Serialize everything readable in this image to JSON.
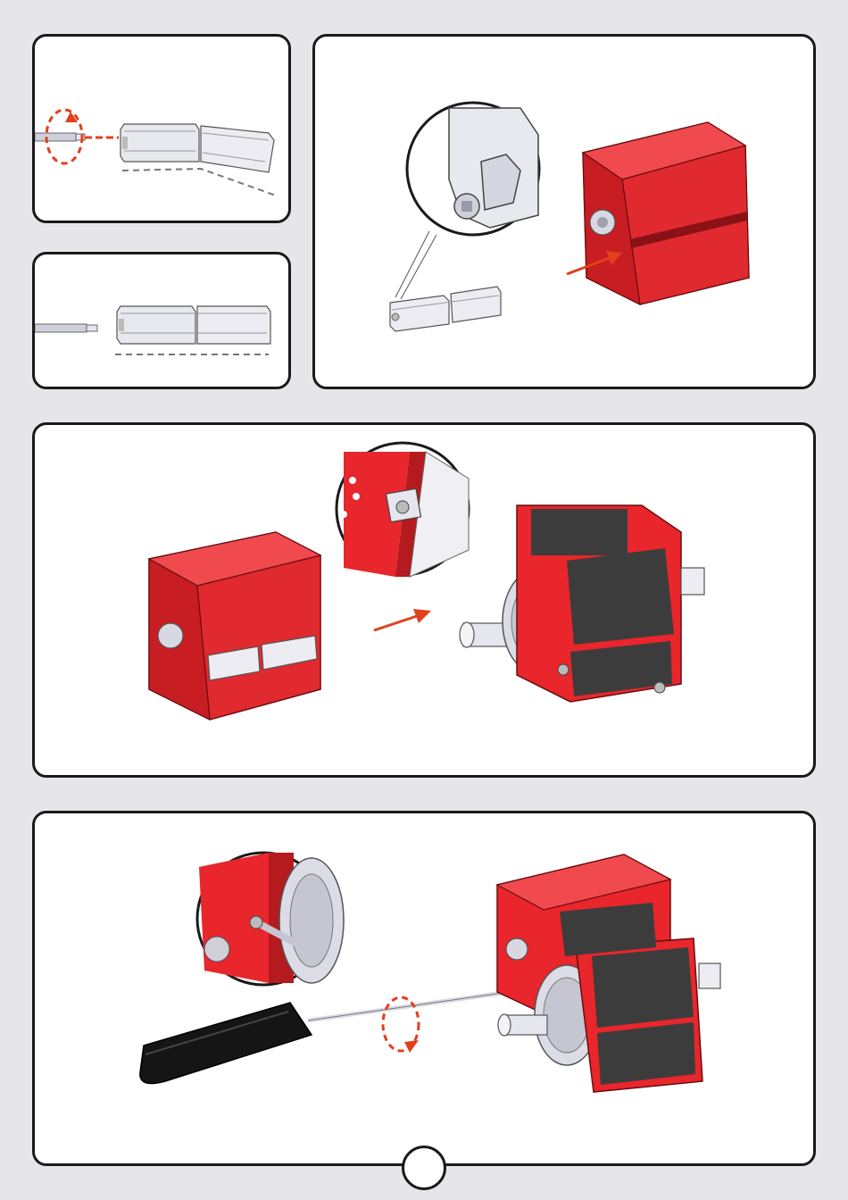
{
  "page": {
    "number": ""
  },
  "colors": {
    "background": "#e6e6ea",
    "panel": "#ffffff",
    "border": "#1a1a1a",
    "housing_red": "#e8262b",
    "housing_red_dark": "#b51a1f",
    "magnet_dark": "#3c3c3c",
    "metal_light": "#dcdce6",
    "arrow_red": "#e0401c",
    "handle_black": "#151515"
  },
  "panels": [
    {
      "step": "insert-hex-screw-into-magnet-holder",
      "icons": [
        "rotate-arrow-icon",
        "hex-key-icon"
      ]
    },
    {
      "step": "screw-fully-inserted"
    },
    {
      "step": "slide-magnet-holders-into-housing-slot",
      "icons": [
        "zoom-detail-icon",
        "insert-arrow-icon"
      ]
    },
    {
      "step": "fit-gear-and-magnet-assembly",
      "icons": [
        "zoom-detail-icon",
        "insert-arrow-icon"
      ]
    },
    {
      "step": "tighten-screws-with-screwdriver",
      "icons": [
        "zoom-detail-icon",
        "rotate-arrow-icon"
      ]
    }
  ]
}
